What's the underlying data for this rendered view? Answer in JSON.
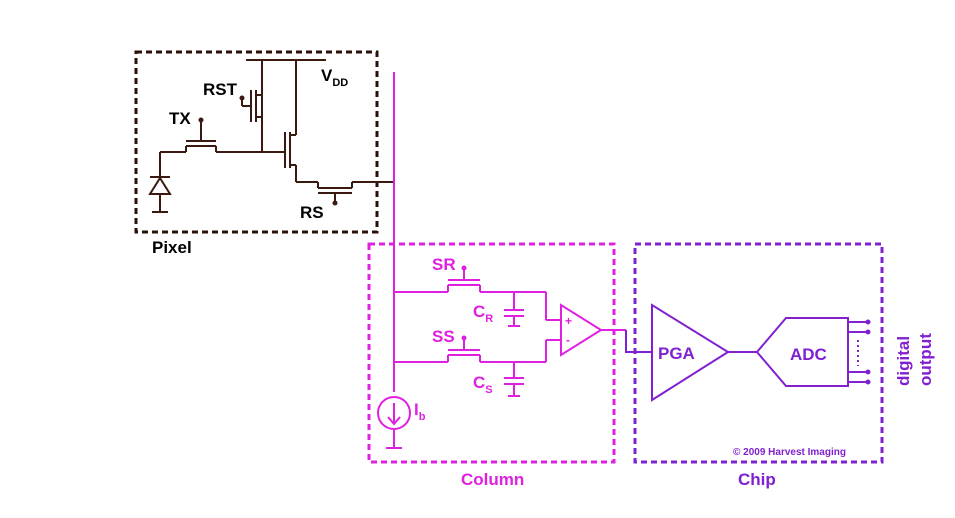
{
  "pixel": {
    "label": "Pixel",
    "rst": "RST",
    "tx": "TX",
    "vdd_main": "V",
    "vdd_sub": "DD",
    "rs": "RS"
  },
  "column": {
    "label": "Column",
    "sr": "SR",
    "ss": "SS",
    "cr_main": "C",
    "cr_sub": "R",
    "cs_main": "C",
    "cs_sub": "S",
    "ib_main": "I",
    "ib_sub": "b",
    "amp_plus": "+",
    "amp_minus": "-"
  },
  "chip": {
    "label": "Chip",
    "pga": "PGA",
    "adc": "ADC",
    "output_line1": "digital",
    "output_line2": "output",
    "copyright": "© 2009 Harvest Imaging"
  },
  "colors": {
    "pixel": "#3a1a10",
    "column": "#e020e0",
    "chip": "#8020d0"
  }
}
